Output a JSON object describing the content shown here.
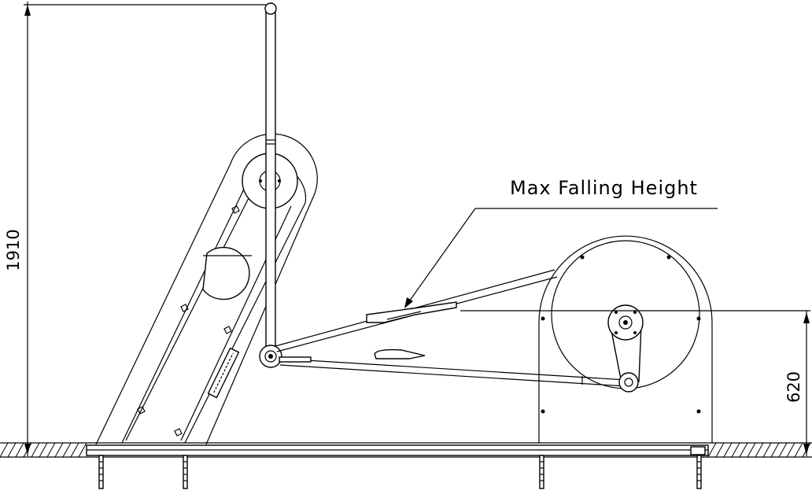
{
  "dimensions": {
    "overall_height": "1910",
    "step_height": "620"
  },
  "annotations": {
    "max_falling_height": "Max Falling Height"
  },
  "colors": {
    "line": "#000000",
    "background": "#ffffff"
  }
}
